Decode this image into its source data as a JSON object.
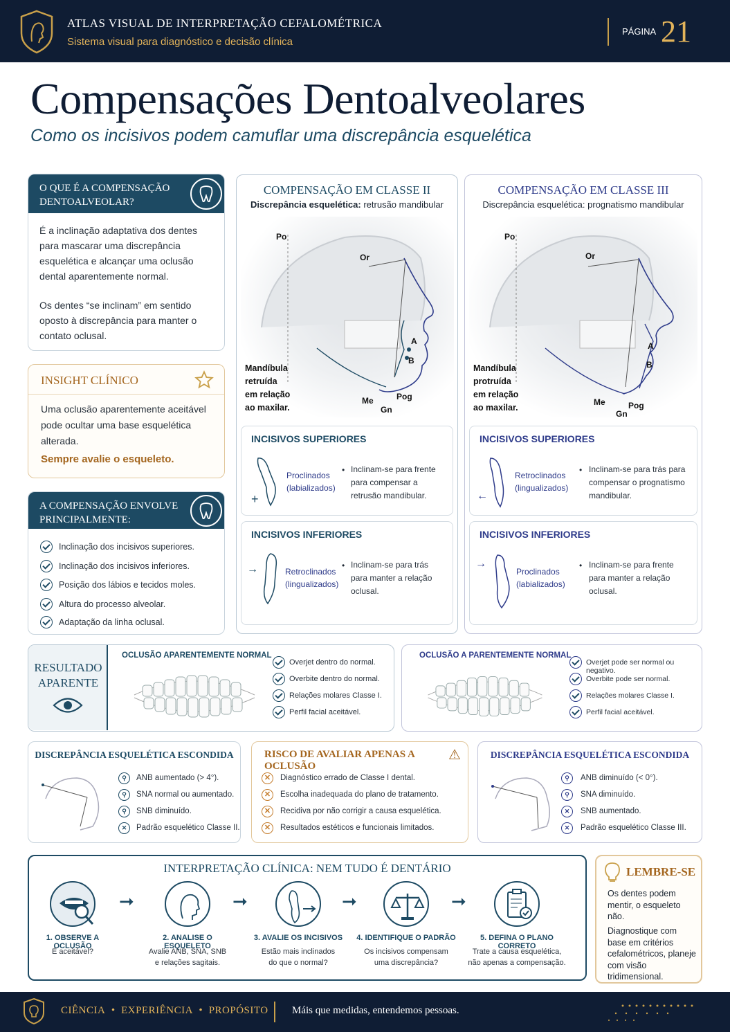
{
  "header": {
    "atlas_title": "ATLAS VISUAL DE INTERPRETAÇÃO CEFALOMÉTRICA",
    "atlas_subtitle": "Sistema visual para diagnóstico e decisão clínica",
    "page_label": "PÁGINA",
    "page_number": "21"
  },
  "title": "Compensações Dentoalveolares",
  "subtitle": "Como os incisivos podem camuflar uma discrepância esquelética",
  "what_is": {
    "heading_line1": "O QUE É A COMPENSAÇÃO",
    "heading_line2": "DENTOALVEOLAR?",
    "p1": "É a inclinação adaptativa dos dentes para mascarar uma discrepância esquelética e alcançar uma oclusão dental aparentemente normal.",
    "p2": "Os dentes “se inclinam” em sentido oposto à discrepância para manter o contato oclusal.",
    "icon": "tooth-icon"
  },
  "insight": {
    "heading": "INSIGHT CLÍNICO",
    "text": "Uma oclusão aparentemente aceitável pode ocultar uma base esquelética alterada.",
    "emphasis": "Sempre avalie o esqueleto.",
    "icon": "star-icon"
  },
  "involves": {
    "heading_line1": "A COMPENSAÇÃO ENVOLVE",
    "heading_line2": "PRINCIPALMENTE:",
    "items": [
      "Inclinação dos incisivos superiores.",
      "Inclinação dos incisivos inferiores.",
      "Posição dos lábios e tecidos moles.",
      "Altura do processo alveolar.",
      "Adaptação da linha oclusal."
    ]
  },
  "class2": {
    "heading": "COMPENSAÇÃO EM CLASSE II",
    "sub_bold": "Discrepância esquelética:",
    "sub_rest": " retrusão mandibular",
    "note_lines": [
      "Mandíbula",
      "retruída",
      "em relação",
      "ao maxilar."
    ],
    "landmarks": {
      "po": "Po",
      "or": "Or",
      "a": "A",
      "b": "B",
      "me": "Me",
      "pog": "Pog",
      "gn": "Gn"
    },
    "upper": {
      "title": "INCISIVOS SUPERIORES",
      "label1": "Proclinados",
      "label2": "(labializados)",
      "desc": "Inclinam-se para frente para compensar a retrusão mandibular.",
      "sym": "+"
    },
    "lower": {
      "title": "INCISIVOS INFERIORES",
      "label1": "Retroclinados",
      "label2": "(lingualizados)",
      "desc": "Inclinam-se para trás para manter a relação oclusal.",
      "sym": "→"
    }
  },
  "class3": {
    "heading": "COMPENSAÇÃO EM CLASSE III",
    "sub": "Discrepância esquelética: prognatismo mandibular",
    "note_lines": [
      "Mandíbula",
      "protruída",
      "em relação",
      "ao maxilar."
    ],
    "landmarks": {
      "po": "Po",
      "or": "Or",
      "a": "A",
      "b": "B",
      "me": "Me",
      "pog": "Pog",
      "gn": "Gn"
    },
    "upper": {
      "title": "INCISIVOS SUPERIORES",
      "label1": "Retroclinados",
      "label2": "(lingualizados)",
      "desc": "Inclinam-se para trás para compensar o prognatismo mandibular.",
      "sym": "←"
    },
    "lower": {
      "title": "INCISIVOS INFERIORES",
      "label1": "Proclinados",
      "label2": "(labializados)",
      "desc": "Inclinam-se para frente para manter a relação oclusal.",
      "sym": "→"
    }
  },
  "result": {
    "label_line1": "RESULTADO",
    "label_line2": "APARENTE",
    "left_title": "OCLUSÃO APARENTEMENTE NORMAL",
    "left_items": [
      "Overjet dentro do normal.",
      "Overbite dentro do normal.",
      "Relações molares Classe I.",
      "Perfil facial aceitável."
    ],
    "right_title": "OCLUSÃO A PARENTEMENTE NORMAL",
    "right_items": [
      "Overjet pode ser normal ou negativo.",
      "Overbite pode ser normal.",
      "Relações molares Classe I.",
      "Perfil facial aceitável."
    ]
  },
  "hidden_left": {
    "heading": "DISCREPÂNCIA ESQUELÉTICA ESCONDIDA",
    "items": [
      "ANB aumentado (> 4°).",
      "SNA normal ou aumentado.",
      "SNB diminuído.",
      "Padrão esquelético Classe II."
    ]
  },
  "risk": {
    "heading": "RISCO DE AVALIAR APENAS A OCLUSÃO",
    "warn": "⚠",
    "items": [
      "Diagnóstico errado de Classe I dental.",
      "Escolha inadequada do plano de tratamento.",
      "Recidiva por não corrigir a causa esquelética.",
      "Resultados estéticos e funcionais limitados."
    ]
  },
  "hidden_right": {
    "heading": "DISCREPÂNCIA ESQUELÉTICA ESCONDIDA",
    "items": [
      "ANB diminuído (< 0°).",
      "SNA diminuído.",
      "SNB aumentado.",
      "Padrão esquelético Classe III."
    ]
  },
  "clinical": {
    "heading": "INTERPRETAÇÃO CLÍNICA: NEM TUDO É DENTÁRIO",
    "steps": [
      {
        "title": "1. OBSERVE A OCLUSÃO",
        "d1": "É aceitável?",
        "d2": ""
      },
      {
        "title": "2. ANALISE O ESQUELETO",
        "d1": "Avalie ANB, SNA, SNB",
        "d2": "e relações sagitais."
      },
      {
        "title": "3. AVALIE OS INCISIVOS",
        "d1": "Estão mais inclinados",
        "d2": "do que o normal?"
      },
      {
        "title": "4. IDENTIFIQUE O PADRÃO",
        "d1": "Os incisivos compensam",
        "d2": "uma discrepância?"
      },
      {
        "title": "5. DEFINA O PLANO CORRETO",
        "d1": "Trate a causa esquelética,",
        "d2": "não apenas a compensação."
      }
    ]
  },
  "remember": {
    "heading": "LEMBRE-SE",
    "p1": "Os dentes podem mentir, o esqueleto não.",
    "p2": "Diagnostique com base em critérios cefalométricos, planeje com visão tridimensional."
  },
  "footer": {
    "w1": "CIÊNCIA",
    "w2": "EXPERIÊNCIA",
    "w3": "PROPÓSITO",
    "dot": "•",
    "tagline": "Máis que medidas, entendemos pessoas."
  },
  "colors": {
    "navy": "#0f1d34",
    "teal": "#1d4a63",
    "gold": "#c9a04a",
    "purple": "#2e3b8a"
  }
}
